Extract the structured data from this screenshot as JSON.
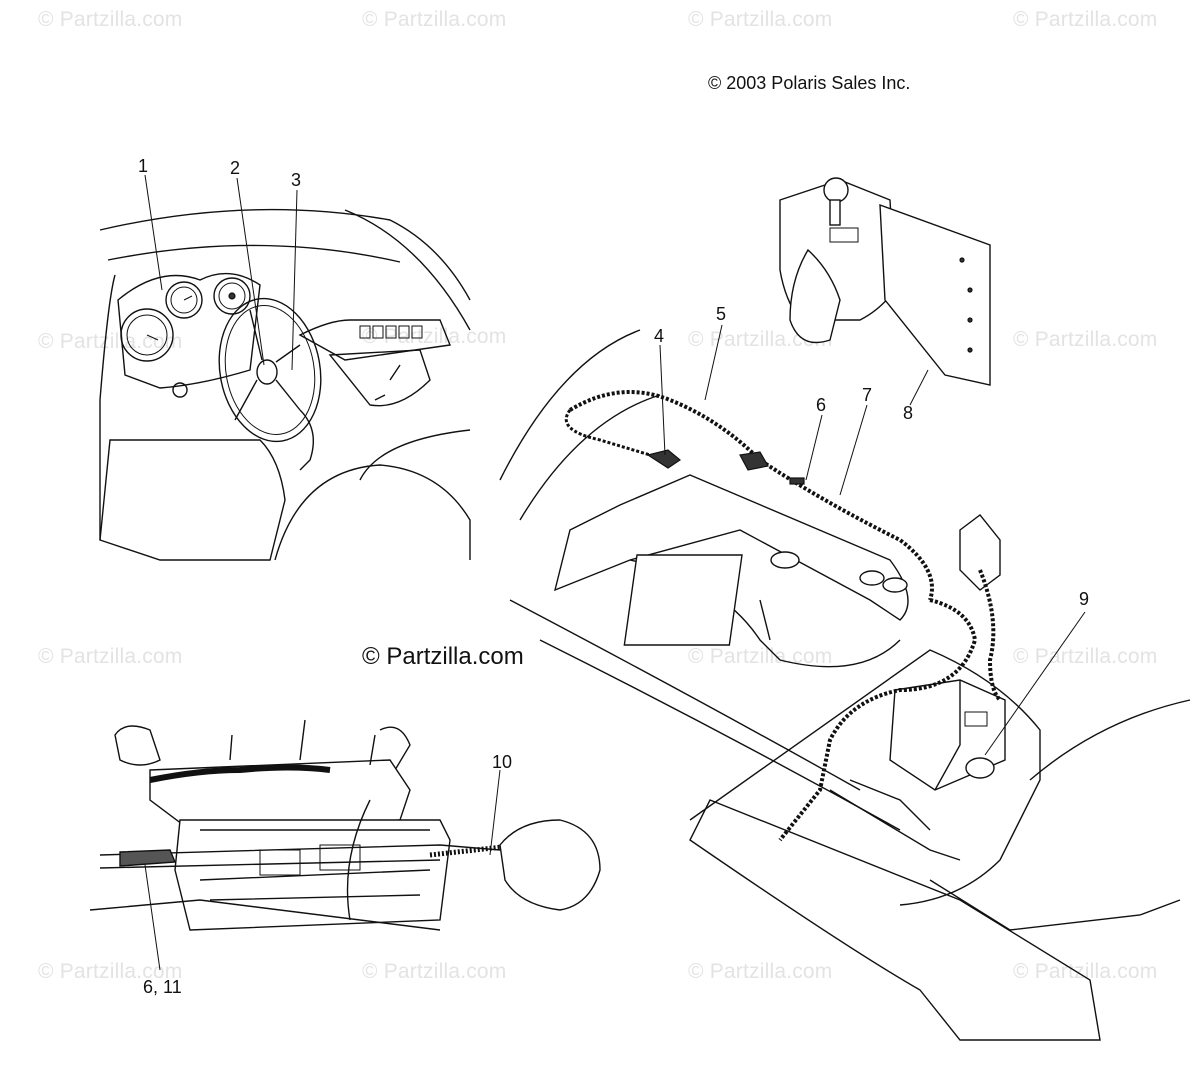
{
  "watermark": "© Partzilla.com",
  "copyright": "© 2003 Polaris Sales Inc.",
  "center_mark": "© Partzilla.com",
  "callouts": [
    "1",
    "2",
    "3",
    "4",
    "5",
    "6",
    "7",
    "8",
    "9",
    "10",
    "6, 11"
  ]
}
